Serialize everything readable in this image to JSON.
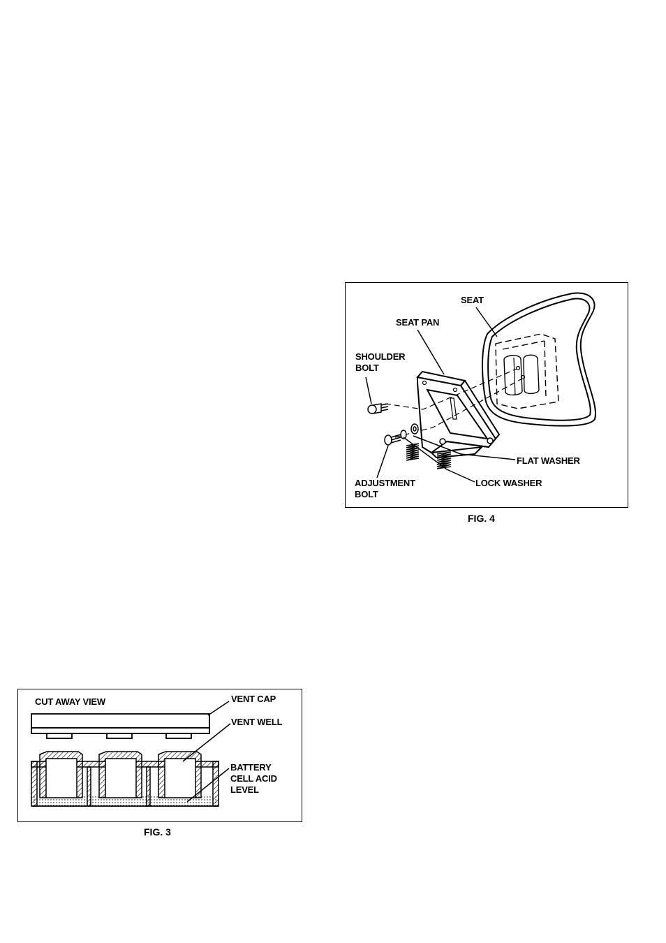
{
  "fig4": {
    "caption": "FIG. 4",
    "labels": {
      "seat": "SEAT",
      "seat_pan": "SEAT PAN",
      "shoulder_bolt_1": "SHOULDER",
      "shoulder_bolt_2": "BOLT",
      "flat_washer": "FLAT WASHER",
      "lock_washer": "LOCK WASHER",
      "adjustment_bolt_1": "ADJUSTMENT",
      "adjustment_bolt_2": "BOLT"
    }
  },
  "fig3": {
    "caption": "FIG. 3",
    "labels": {
      "cut_away_view": "CUT AWAY VIEW",
      "vent_cap": "VENT CAP",
      "vent_well": "VENT WELL",
      "battery_1": "BATTERY",
      "battery_2": "CELL ACID",
      "battery_3": "LEVEL"
    }
  }
}
